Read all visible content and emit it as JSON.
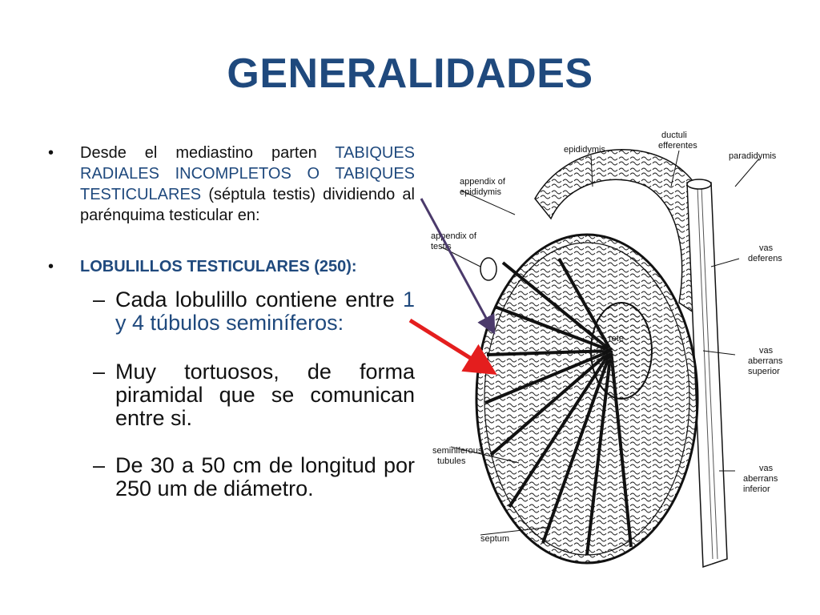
{
  "title": "GENERALIDADES",
  "bullet1": {
    "part1": "Desde el mediastino parten ",
    "highlight": "TABIQUES RADIALES INCOMPLETOS O TABIQUES TESTICULARES",
    "part2": " (séptula testis) dividiendo al parénquima testicular en:"
  },
  "bullet2": {
    "label": "LOBULILLOS TESTICULARES (250):"
  },
  "sub": {
    "item1": {
      "pre": "Cada lobulillo contiene entre ",
      "n1": "1",
      "mid": " y ",
      "n2": "4",
      "post": " túbulos seminíferos:"
    },
    "item2": "Muy tortuosos,  de forma piramidal que se comunican entre si.",
    "item3": "De 30 a 50 cm de longitud por 250 um de diámetro."
  },
  "diagram": {
    "labels": {
      "epididymis": "epididymis",
      "ductuli1": "ductuli",
      "ductuli2": "efferentes",
      "paradidymis": "paradidymis",
      "appendix_epi1": "appendix of",
      "appendix_epi2": "epididymis",
      "appendix_testis1": "appendix of",
      "appendix_testis2": "testis",
      "vas_deferens1": "vas",
      "vas_deferens2": "deferens",
      "rete": "rete",
      "vas_aberrans_sup1": "vas",
      "vas_aberrans_sup2": "aberrans",
      "vas_aberrans_sup3": "superior",
      "seminiferous1": "seminiferous",
      "seminiferous2": "tubules",
      "vas_aberrans_inf1": "vas",
      "vas_aberrans_inf2": "aberrans",
      "vas_aberrans_inf3": "inferior",
      "septum": "septum"
    },
    "colors": {
      "arrow_purple": "#4b3a6b",
      "arrow_red": "#e41e1e"
    }
  }
}
